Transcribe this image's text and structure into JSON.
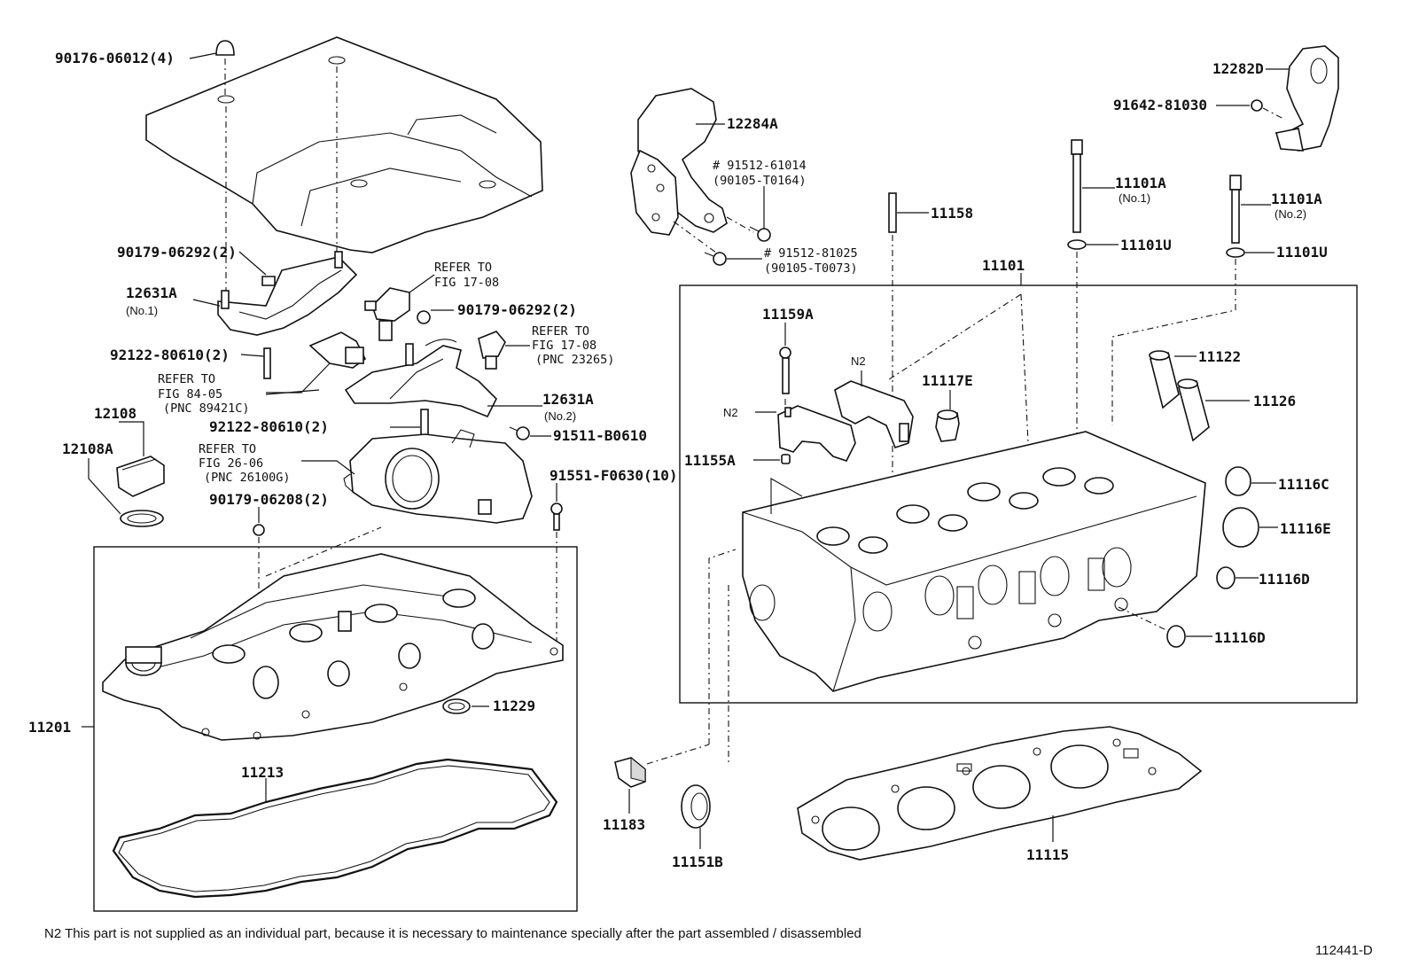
{
  "labels": {
    "p90176": "90176-06012(4)",
    "p12282D": "12282D",
    "p91642": "91642-81030",
    "p12284A": "12284A",
    "p91512_61014": "# 91512-61014",
    "p90105_T0164": "(90105-T0164)",
    "p91512_81025": "# 91512-81025",
    "p90105_T0073": "(90105-T0073)",
    "p11101A_1": "11101A",
    "p11101A_1_sub": "(No.1)",
    "p11101A_2": "11101A",
    "p11101A_2_sub": "(No.2)",
    "p11158": "11158",
    "p11101U_1": "11101U",
    "p11101U_2": "11101U",
    "p11101": "11101",
    "p90179_06292_a": "90179-06292(2)",
    "p12631A_1": "12631A",
    "p12631A_1_sub": "(No.1)",
    "refer1_a": "REFER TO",
    "refer1_b": "FIG 17-08",
    "p90179_06292_b": "90179-06292(2)",
    "refer2_a": "REFER TO",
    "refer2_b": "FIG 17-08",
    "refer2_c": "(PNC 23265)",
    "p92122_a": "92122-80610(2)",
    "refer3_a": "REFER TO",
    "refer3_b": "FIG 84-05",
    "refer3_c": "(PNC 89421C)",
    "p12631A_2": "12631A",
    "p12631A_2_sub": "(No.2)",
    "p12108": "12108",
    "p12108A": "12108A",
    "p92122_b": "92122-80610(2)",
    "p91511": "91511-B0610",
    "refer4_a": "REFER TO",
    "refer4_b": "FIG 26-06",
    "refer4_c": "(PNC 26100G)",
    "p91551": "91551-F0630(10)",
    "p90179_06208": "90179-06208(2)",
    "p11159A": "11159A",
    "n2_a": "N2",
    "n2_b": "N2",
    "p11117E": "11117E",
    "p11155A": "11155A",
    "p11122": "11122",
    "p11126": "11126",
    "p11116C": "11116C",
    "p11116E": "11116E",
    "p11116D_1": "11116D",
    "p11116D_2": "11116D",
    "p11229": "11229",
    "p11201": "11201",
    "p11213": "11213",
    "p11183": "11183",
    "p11151B": "11151B",
    "p11115": "11115",
    "footnote": "N2  This part is not supplied as an individual part, because it is necessary to maintenance specially after the part assembled / disassembled",
    "figure_code": "112441-D"
  }
}
